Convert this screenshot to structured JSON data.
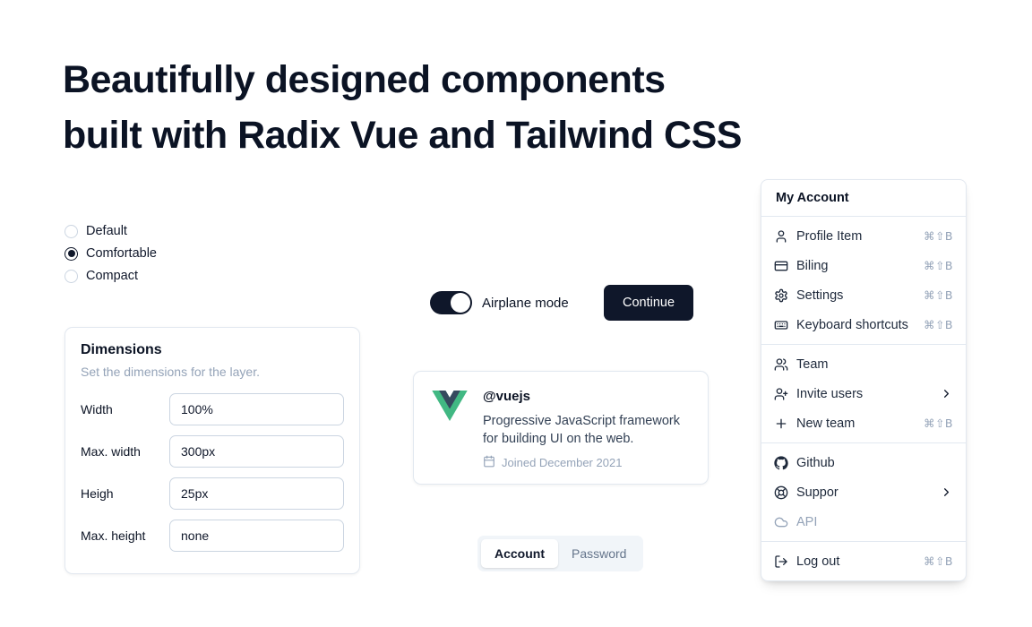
{
  "theme": {
    "text": "#0f172a",
    "muted": "#94a3b8",
    "border": "#e2e8f0",
    "primary": "#0f172a",
    "vue_green": "#41B883",
    "vue_dark": "#35495E"
  },
  "hero": {
    "line1": "Beautifully designed components",
    "line2": "built with Radix Vue and Tailwind CSS"
  },
  "radio_group": {
    "options": [
      {
        "label": "Default",
        "selected": false
      },
      {
        "label": "Comfortable",
        "selected": true
      },
      {
        "label": "Compact",
        "selected": false
      }
    ]
  },
  "airplane": {
    "label": "Airplane mode",
    "on": true
  },
  "continue_button": {
    "label": "Continue"
  },
  "dimensions_card": {
    "title": "Dimensions",
    "subtitle": "Set the dimensions for the layer.",
    "fields": [
      {
        "label": "Width",
        "value": "100%"
      },
      {
        "label": "Max. width",
        "value": "300px"
      },
      {
        "label": "Heigh",
        "value": "25px"
      },
      {
        "label": "Max. height",
        "value": "none"
      }
    ]
  },
  "vue_card": {
    "handle": "@vuejs",
    "description": "Progressive JavaScript framework for building UI on the web.",
    "joined": "Joined December 2021",
    "joined_icon": "calendar-icon",
    "logo_icon": "vue-logo"
  },
  "tabs": [
    {
      "label": "Account",
      "active": true
    },
    {
      "label": "Password",
      "active": false
    }
  ],
  "account_menu": {
    "title": "My Account",
    "groups": [
      {
        "items": [
          {
            "label": "Profile Item",
            "icon": "user-icon",
            "shortcut": "⌘⇧B"
          },
          {
            "label": "Biling",
            "icon": "credit-card-icon",
            "shortcut": "⌘⇧B"
          },
          {
            "label": "Settings",
            "icon": "gear-icon",
            "shortcut": "⌘⇧B"
          },
          {
            "label": "Keyboard shortcuts",
            "icon": "keyboard-icon",
            "shortcut": "⌘⇧B"
          }
        ]
      },
      {
        "items": [
          {
            "label": "Team",
            "icon": "users-icon"
          },
          {
            "label": "Invite users",
            "icon": "user-plus-icon",
            "submenu": true
          },
          {
            "label": "New team",
            "icon": "plus-icon",
            "shortcut": "⌘⇧B"
          }
        ]
      },
      {
        "items": [
          {
            "label": "Github",
            "icon": "github-icon"
          },
          {
            "label": "Suppor",
            "icon": "lifebuoy-icon",
            "submenu": true
          },
          {
            "label": "API",
            "icon": "cloud-icon",
            "disabled": true
          }
        ]
      },
      {
        "items": [
          {
            "label": "Log out",
            "icon": "logout-icon",
            "shortcut": "⌘⇧B"
          }
        ]
      }
    ]
  }
}
